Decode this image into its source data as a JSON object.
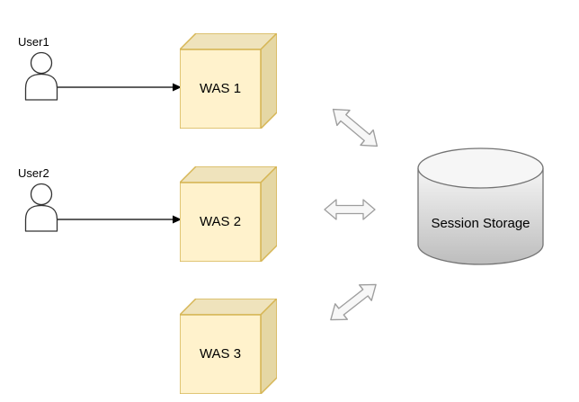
{
  "diagram": {
    "users": [
      {
        "label": "User1"
      },
      {
        "label": "User2"
      }
    ],
    "servers": [
      {
        "label": "WAS 1"
      },
      {
        "label": "WAS 2"
      },
      {
        "label": "WAS 3"
      }
    ],
    "storage": {
      "label": "Session Storage"
    },
    "colors": {
      "background": "#ffffff",
      "cube_front": "#fff2cc",
      "cube_top": "#efe3bc",
      "cube_side": "#e5d7a4",
      "cube_stroke": "#d6b656",
      "cylinder_top": "#f6f6f6",
      "cylinder_gradient_start": "#f5f5f5",
      "cylinder_gradient_end": "#bdbdbd",
      "cylinder_stroke": "#737373",
      "double_arrow_fill": "#f7f7f7",
      "double_arrow_stroke": "#9e9e9e",
      "connector_stroke": "#000000",
      "text": "#000000"
    }
  }
}
